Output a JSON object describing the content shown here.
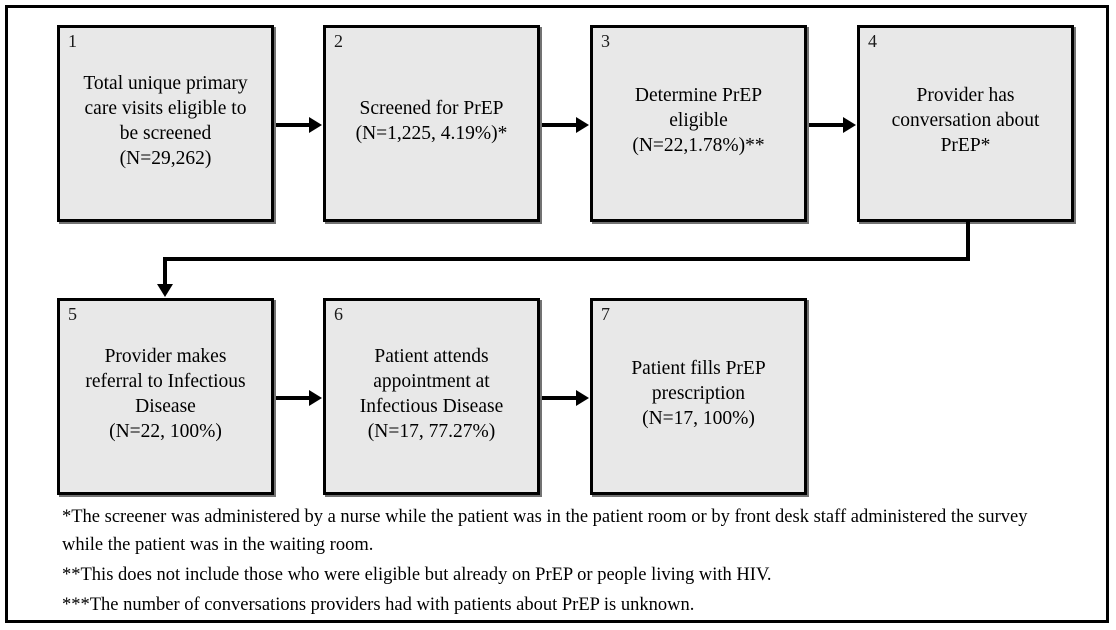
{
  "diagram": {
    "title": "PrEP screening and referral cascade flowchart",
    "fill_color": "#e8e8e8",
    "line_color": "#000000",
    "nodes": [
      {
        "number": "1",
        "lines": [
          "Total unique primary",
          "care visits  eligible to",
          "be screened",
          "(N=29,262)"
        ]
      },
      {
        "number": "2",
        "lines": [
          "Screened for PrEP",
          "(N=1,225, 4.19%)*"
        ]
      },
      {
        "number": "3",
        "lines": [
          "Determine PrEP",
          "eligible",
          "(N=22,1.78%)**"
        ]
      },
      {
        "number": "4",
        "lines": [
          "Provider has",
          "conversation about",
          "PrEP*"
        ]
      },
      {
        "number": "5",
        "lines": [
          "Provider makes",
          "referral to Infectious",
          "Disease",
          "(N=22, 100%)"
        ]
      },
      {
        "number": "6",
        "lines": [
          "Patient attends",
          "appointment at",
          "Infectious Disease",
          "(N=17, 77.27%)"
        ]
      },
      {
        "number": "7",
        "lines": [
          "Patient fills PrEP",
          "prescription",
          "(N=17, 100%)"
        ]
      }
    ],
    "connectors": [
      {
        "name": "arrow-1-to-2",
        "type": "horizontal"
      },
      {
        "name": "arrow-2-to-3",
        "type": "horizontal"
      },
      {
        "name": "arrow-3-to-4",
        "type": "horizontal"
      },
      {
        "name": "arrow-4-to-5",
        "type": "elbow"
      },
      {
        "name": "arrow-5-to-6",
        "type": "horizontal"
      },
      {
        "name": "arrow-6-to-7",
        "type": "horizontal"
      }
    ]
  },
  "footnotes": [
    "*The screener was administered by a nurse while the patient was in the patient room or by front desk staff administered the survey while the patient was in the waiting room.",
    "**This does not include those who were eligible but already on PrEP or people living with HIV.",
    "***The number of conversations providers had with patients about PrEP is unknown."
  ]
}
